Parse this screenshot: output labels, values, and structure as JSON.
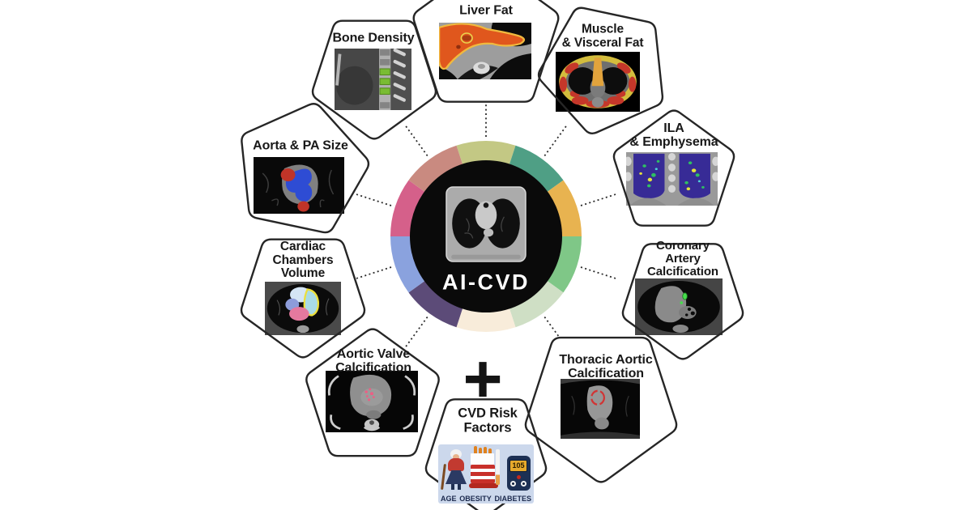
{
  "center": {
    "label": "AI-CVD"
  },
  "plus_sign": "+",
  "badges": [
    {
      "id": "liver-fat",
      "label": "Liver Fat",
      "ring_color": "#c3c884"
    },
    {
      "id": "muscle-visceral-fat",
      "label": "Muscle\n& Visceral Fat",
      "ring_color": "#4f9f85"
    },
    {
      "id": "ila-emphysema",
      "label": "ILA\n& Emphysema",
      "ring_color": "#e8b350"
    },
    {
      "id": "coronary-artery-calcification",
      "label": "Coronary\nArtery\nCalcification",
      "ring_color": "#7fc787"
    },
    {
      "id": "thoracic-aortic-calcification",
      "label": "Thoracic Aortic\nCalcification",
      "ring_color": "#cfdfc5"
    },
    {
      "id": "cvd-risk-factors",
      "label": "CVD Risk\nFactors",
      "ring_color": "#f8ecda"
    },
    {
      "id": "aortic-valve-calcification",
      "label": "Aortic Valve\nCalcification",
      "ring_color": "#5c4b78"
    },
    {
      "id": "cardiac-chambers-volume",
      "label": "Cardiac\nChambers\nVolume",
      "ring_color": "#8aa2de"
    },
    {
      "id": "aorta-pa-size",
      "label": "Aorta & PA Size",
      "ring_color": "#d5608a"
    },
    {
      "id": "bone-density",
      "label": "Bone Density",
      "ring_color": "#c98a80"
    }
  ],
  "risk_factors": {
    "age": "AGE",
    "obesity": "OBESITY",
    "diabetes": "DIABETES",
    "glucometer_value": "105"
  },
  "colors": {
    "hub_fill": "#0a0a0a",
    "pentagon_stroke": "#262626",
    "connector": "#2b2b2b",
    "label_text": "#181818"
  }
}
